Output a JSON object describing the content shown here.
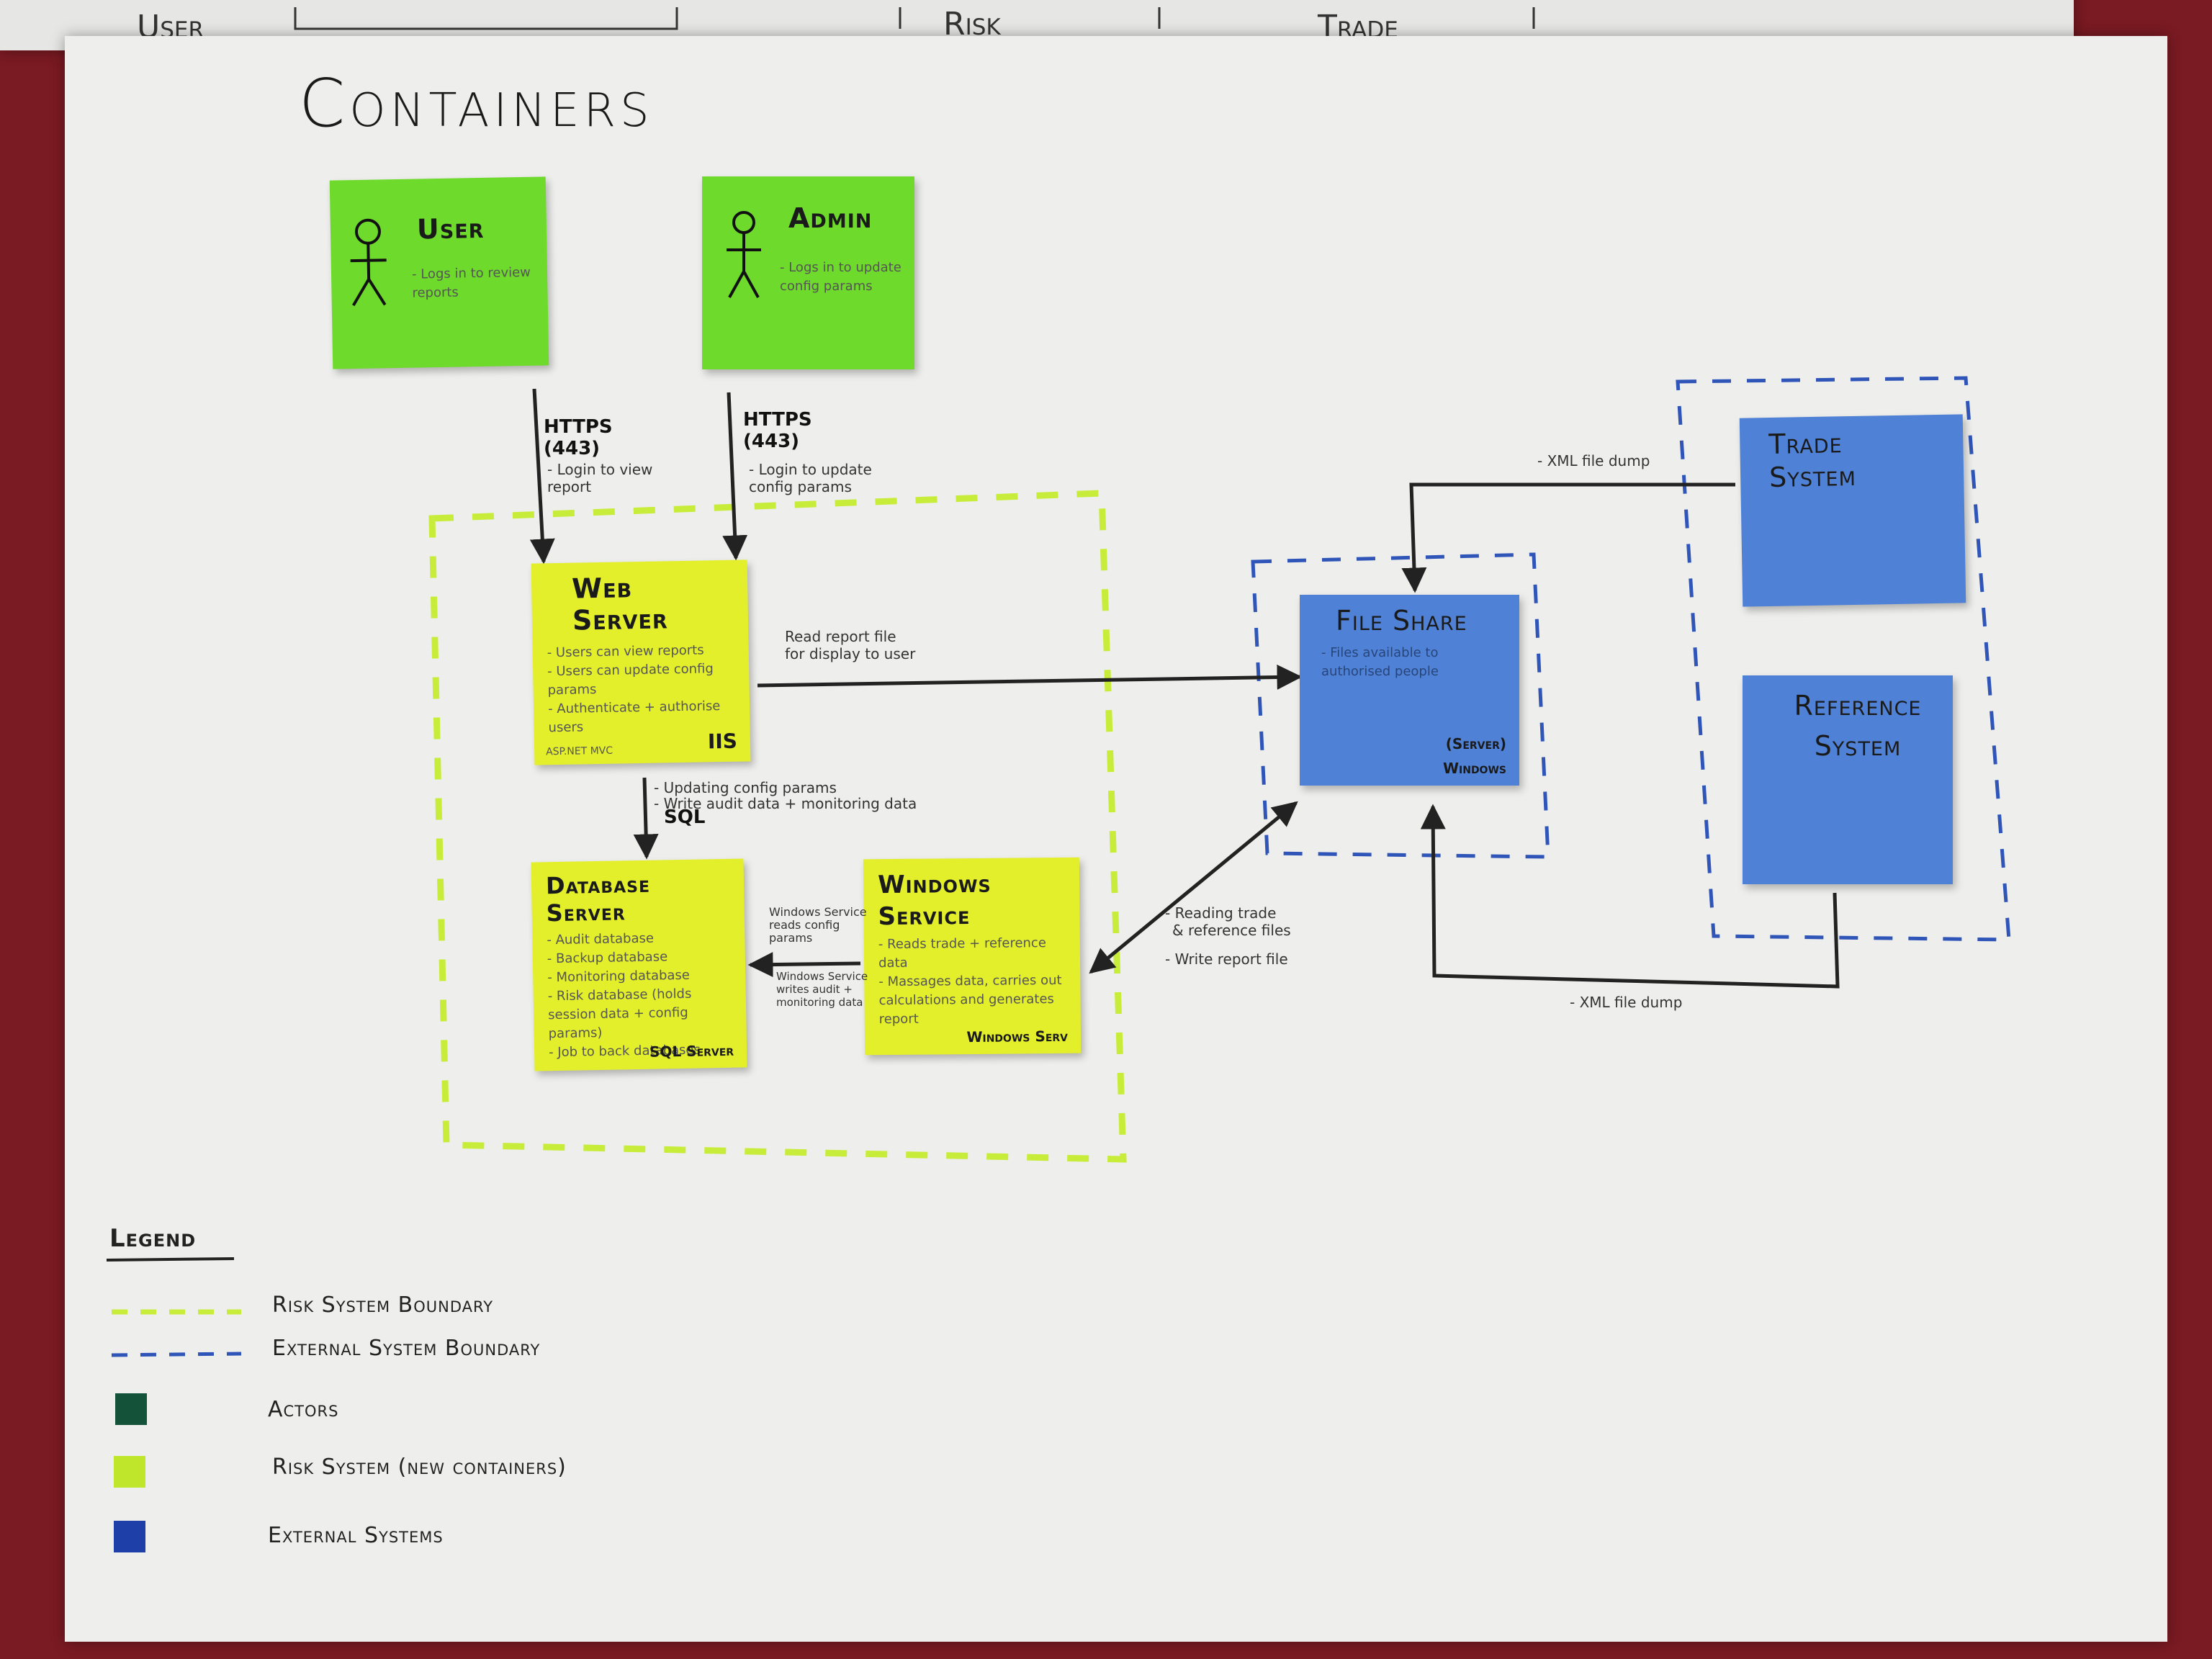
{
  "background_texts": [
    "User",
    "Risk",
    "Trade"
  ],
  "title": "Containers",
  "colors": {
    "actor_note": "#6edb2c",
    "risk_note": "#e3ef2a",
    "external_note": "#4f82d6",
    "risk_boundary": "#c8ec3a",
    "external_boundary": "#2f55b8",
    "ink": "#222222",
    "legend_actors": "#14523a",
    "legend_risk": "#bfe62a",
    "legend_external": "#1f3fa8"
  },
  "notes": {
    "user": {
      "title": "User",
      "body": "- Logs in to review reports"
    },
    "admin": {
      "title": "Admin",
      "body": "- Logs in to update config params"
    },
    "web_server": {
      "title": "Web Server",
      "body": [
        "- Users can view reports",
        "- Users can update config params",
        "- Authenticate + authorise users"
      ],
      "tech": "IIS",
      "footnote": "ASP.NET MVC"
    },
    "database_server": {
      "title": "Database Server",
      "body": [
        "- Audit database",
        "- Backup database",
        "- Monitoring database",
        "- Risk database (holds session data + config params)",
        "- Job to back databases"
      ],
      "tech": "SQL Server"
    },
    "windows_service": {
      "title": "Windows Service",
      "body": [
        "- Reads trade + reference data",
        "- Massages data, carries out calculations and generates report"
      ],
      "tech": "Windows Serv"
    },
    "file_share": {
      "title": "File Share",
      "body": "- Files available to authorised people",
      "tech_line1": "(Server)",
      "tech_line2": "Windows"
    },
    "trade_system": {
      "title": "Trade System"
    },
    "reference_system": {
      "title": "Reference System"
    }
  },
  "connections": {
    "user_web": {
      "protocol": "HTTPS (443)",
      "desc": "- Login to view report"
    },
    "admin_web": {
      "protocol": "HTTPS (443)",
      "desc": "- Login to update config params"
    },
    "web_fileshare": {
      "line1": "Read report file",
      "line2": "for display to user"
    },
    "web_db": {
      "line1": "- Updating config params",
      "line2": "- Write audit data + monitoring data",
      "tech": "SQL"
    },
    "winsvc_db": {
      "line1": "Windows Service",
      "line2": "reads config",
      "line3": "params",
      "line4": "Windows Service",
      "line5": "writes audit +",
      "line6": "monitoring data"
    },
    "winsvc_fileshare": {
      "line1": "- Reading trade",
      "line2": "& reference files",
      "line3": "- Write report file"
    },
    "trade_fileshare": {
      "label": "- XML file dump"
    },
    "reference_fileshare": {
      "label": "- XML file dump"
    }
  },
  "legend": {
    "title": "Legend",
    "items": [
      {
        "label": "Risk System Boundary"
      },
      {
        "label": "External System Boundary"
      },
      {
        "label": "Actors"
      },
      {
        "label": "Risk System (new containers)"
      },
      {
        "label": "External Systems"
      }
    ]
  }
}
